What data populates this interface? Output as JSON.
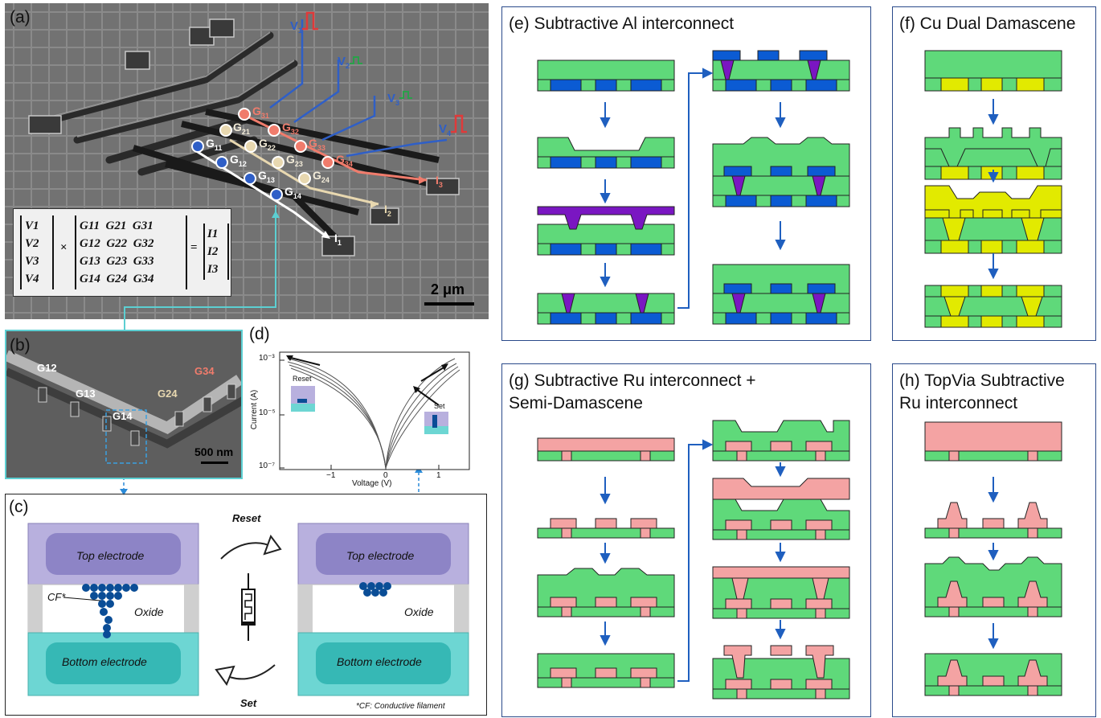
{
  "colors": {
    "frame": "#2a4a8a",
    "dielectric": "#5fd97a",
    "metal_blue": "#0b5bd3",
    "via_purple": "#7a16c2",
    "cu_yellow": "#e2ea00",
    "ru_pink": "#f4a3a3",
    "arrow_blue": "#1f5fbf",
    "cyan_link": "#5ccfd2",
    "top_electrode": "#b8b0de",
    "bottom_electrode": "#6dd6d3",
    "filament": "#0a4d96"
  },
  "panel_a": {
    "label": "(a)",
    "voltages": [
      "V",
      "V",
      "V",
      "V"
    ],
    "voltage_subs": [
      "1",
      "2",
      "3",
      "4"
    ],
    "currents": [
      "I",
      "I",
      "I"
    ],
    "current_subs": [
      "1",
      "2",
      "3"
    ],
    "nodes": [
      {
        "g": "G",
        "s": "31"
      },
      {
        "g": "G",
        "s": "32"
      },
      {
        "g": "G",
        "s": "33"
      },
      {
        "g": "G",
        "s": "34"
      },
      {
        "g": "G",
        "s": "21"
      },
      {
        "g": "G",
        "s": "22"
      },
      {
        "g": "G",
        "s": "23"
      },
      {
        "g": "G",
        "s": "24"
      },
      {
        "g": "G",
        "s": "11"
      },
      {
        "g": "G",
        "s": "12"
      },
      {
        "g": "G",
        "s": "13"
      },
      {
        "g": "G",
        "s": "14"
      }
    ],
    "equation": {
      "vector": [
        "V1",
        "V2",
        "V3",
        "V4"
      ],
      "times": "×",
      "matrix": [
        [
          "G11",
          "G21",
          "G31"
        ],
        [
          "G12",
          "G22",
          "G32"
        ],
        [
          "G13",
          "G23",
          "G33"
        ],
        [
          "G14",
          "G24",
          "G34"
        ]
      ],
      "equals": "=",
      "result": [
        "I1",
        "I2",
        "I3"
      ]
    },
    "scalebar": "2 μm"
  },
  "panel_b": {
    "label": "(b)",
    "labels": [
      "G12",
      "G13",
      "G14",
      "G24",
      "G34"
    ],
    "scalebar": "500 nm"
  },
  "panel_d": {
    "label": "(d)",
    "xlabel": "Voltage (V)",
    "ylabel": "Current (A)",
    "xticks": [
      "−1",
      "0",
      "1"
    ],
    "yticks": [
      "10⁻³",
      "10⁻⁵",
      "10⁻⁷"
    ],
    "reset_label": "Reset",
    "set_label": "Set"
  },
  "panel_c": {
    "label": "(c)",
    "top_electrode": "Top electrode",
    "bottom_electrode": "Bottom electrode",
    "oxide": "Oxide",
    "cf": "CF*",
    "reset": "Reset",
    "set": "Set",
    "footnote": "*CF: Conductive filament"
  },
  "panel_e": {
    "title": "(e) Subtractive Al interconnect"
  },
  "panel_f": {
    "title": "(f) Cu Dual Damascene"
  },
  "panel_g": {
    "title_line1": "(g) Subtractive Ru interconnect +",
    "title_line2": "Semi-Damascene"
  },
  "panel_h": {
    "title_line1": "(h) TopVia Subtractive",
    "title_line2": "Ru interconnect"
  }
}
